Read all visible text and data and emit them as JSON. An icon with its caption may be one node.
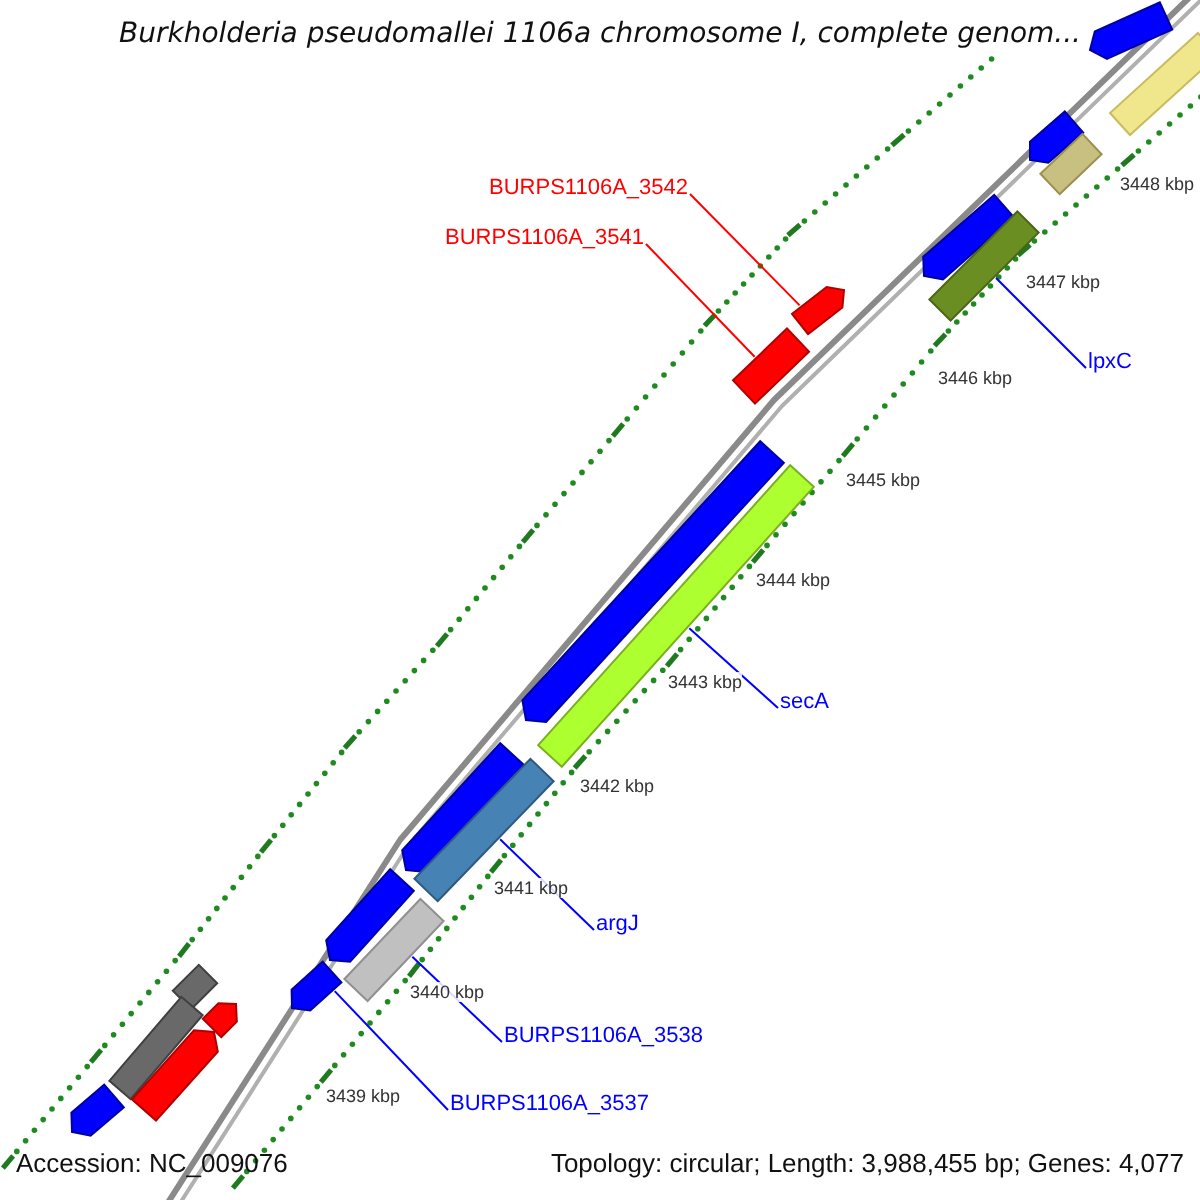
{
  "diagram": {
    "title": "Burkholderia pseudomallei 1106a chromosome I, complete genom...",
    "nodes": [
      {
        "text": [
          "BURPS1106A_3542"
        ]
      },
      {
        "text": [
          "BURPS1106A_3541"
        ]
      },
      {
        "text": [
          "lpxC"
        ]
      },
      {
        "text": [
          "secA"
        ]
      },
      {
        "text": [
          "argJ"
        ]
      },
      {
        "text": [
          "BURPS1106A_3538"
        ]
      },
      {
        "text": [
          "BURPS1106A_3537"
        ]
      },
      {
        "text": [],
        "shape": "arrow"
      },
      {
        "text": [],
        "shape": "bar"
      },
      {
        "text": [],
        "shape": "arrow"
      },
      {
        "text": [],
        "shape": "bar"
      },
      {
        "text": [],
        "shape": "arrow"
      },
      {
        "text": [],
        "shape": "bar"
      },
      {
        "text": [],
        "shape": "arrow"
      },
      {
        "text": [],
        "shape": "bar"
      },
      {
        "text": [],
        "shape": "arrow"
      },
      {
        "text": [],
        "shape": "bar"
      },
      {
        "text": [],
        "shape": "arrow"
      },
      {
        "text": [],
        "shape": "bar"
      },
      {
        "text": [],
        "shape": "arrow"
      },
      {
        "text": [],
        "shape": "bar"
      },
      {
        "text": [],
        "shape": "arrow"
      },
      {
        "text": [],
        "shape": "bar"
      },
      {
        "text": [],
        "shape": "arrow"
      },
      {
        "text": [],
        "shape": "bar"
      },
      {
        "text": [],
        "shape": "arrow"
      },
      {
        "text": [],
        "shape": "arrow"
      }
    ],
    "edges": [
      {
        "from": 0,
        "to": 13,
        "arrow": "none",
        "color": "#ff0000"
      },
      {
        "from": 1,
        "to": 14,
        "arrow": "none",
        "color": "#ff0000"
      },
      {
        "from": 2,
        "to": 12,
        "arrow": "none"
      },
      {
        "from": 3,
        "to": 16,
        "arrow": "none"
      },
      {
        "from": 4,
        "to": 18,
        "arrow": "none"
      },
      {
        "from": 5,
        "to": 20,
        "arrow": "none"
      },
      {
        "from": 6,
        "to": 21,
        "arrow": "none"
      }
    ],
    "labels": [
      "3448 kbp",
      "3447 kbp",
      "3446 kbp",
      "3445 kbp",
      "3444 kbp",
      "3443 kbp",
      "3442 kbp",
      "3441 kbp",
      "3440 kbp",
      "3439 kbp",
      "Accession: NC_009076",
      "Topology: circular; Length: 3,988,455 bp; Genes: 4,077"
    ]
  }
}
